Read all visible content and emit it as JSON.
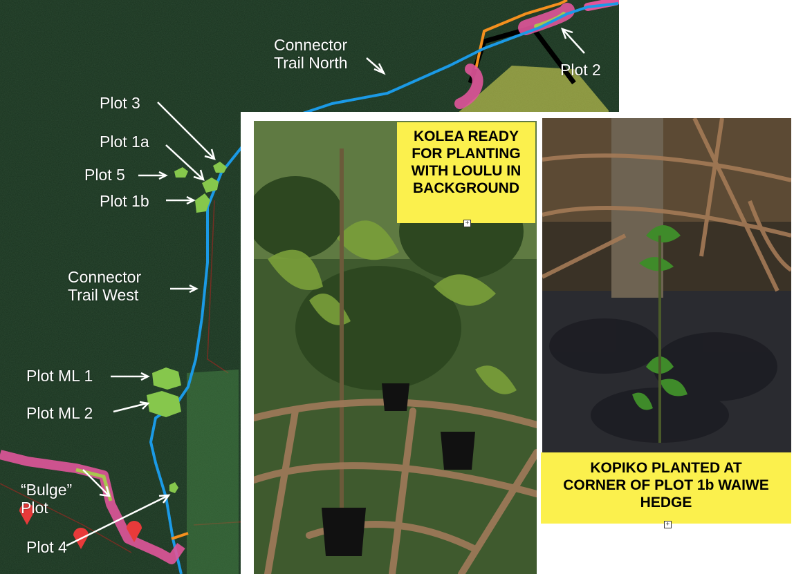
{
  "map": {
    "labels": {
      "connector_north_1": "Connector",
      "connector_north_2": "Trail North",
      "plot2": "Plot 2",
      "plot3": "Plot 3",
      "plot1a": "Plot 1a",
      "plot5": "Plot 5",
      "plot1b": "Plot 1b",
      "connector_west_1": "Connector",
      "connector_west_2": "Trail West",
      "plot_ml1": "Plot ML 1",
      "plot_ml2": "Plot ML 2",
      "bulge_1": "“Bulge”",
      "bulge_2": "Plot",
      "plot4": "Plot 4"
    },
    "colors": {
      "forest": "#17301c",
      "trail_blue": "#1b9ae6",
      "trail_orange": "#f5901e",
      "pink_boundary": "#e0559a",
      "plot_green": "#8fd14f",
      "yellow_zone": "#e6e35a"
    }
  },
  "photo_left": {
    "caption_line1": "KOLEA READY",
    "caption_line2": "FOR PLANTING",
    "caption_line3": "WITH LOULU IN",
    "caption_line4": "BACKGROUND"
  },
  "photo_right": {
    "caption_line1": "KOPIKO PLANTED AT",
    "caption_line2": "CORNER OF PLOT 1b WAIWE",
    "caption_line3": "HEDGE"
  },
  "anchor_icon": "plus-box-icon"
}
